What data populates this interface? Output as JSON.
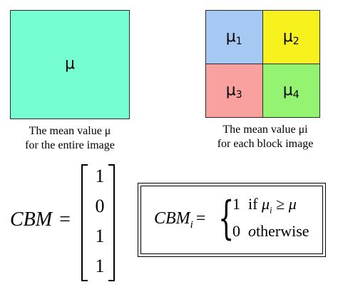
{
  "left_panel": {
    "symbol": "μ",
    "caption_line1": "The mean value μ",
    "caption_line2": "for the entire image"
  },
  "right_panel": {
    "blocks": [
      {
        "base": "μ",
        "sub": "1"
      },
      {
        "base": "μ",
        "sub": "2"
      },
      {
        "base": "μ",
        "sub": "3"
      },
      {
        "base": "μ",
        "sub": "4"
      }
    ],
    "caption_line1": "The mean value μi",
    "caption_line2": "for each block image"
  },
  "formula_vector": {
    "lhs": "CBM",
    "equals": "=",
    "values": [
      "1",
      "0",
      "1",
      "1"
    ]
  },
  "formula_definition": {
    "lhs": "CBM",
    "lhs_sub": "i",
    "equals": "=",
    "case1_value": "1",
    "case1_condition": "if",
    "case1_var": "μ",
    "case1_var_sub": "i",
    "case1_op": "≥",
    "case1_rhs": "μ",
    "case2_value": "0",
    "case2_condition_o": "o",
    "case2_condition_rest": "therwise"
  },
  "colors": {
    "entire_image": "#76fdd2",
    "block1": "#a6c9f4",
    "block2": "#f7f21d",
    "block3": "#f9a19f",
    "block4": "#94f472"
  }
}
